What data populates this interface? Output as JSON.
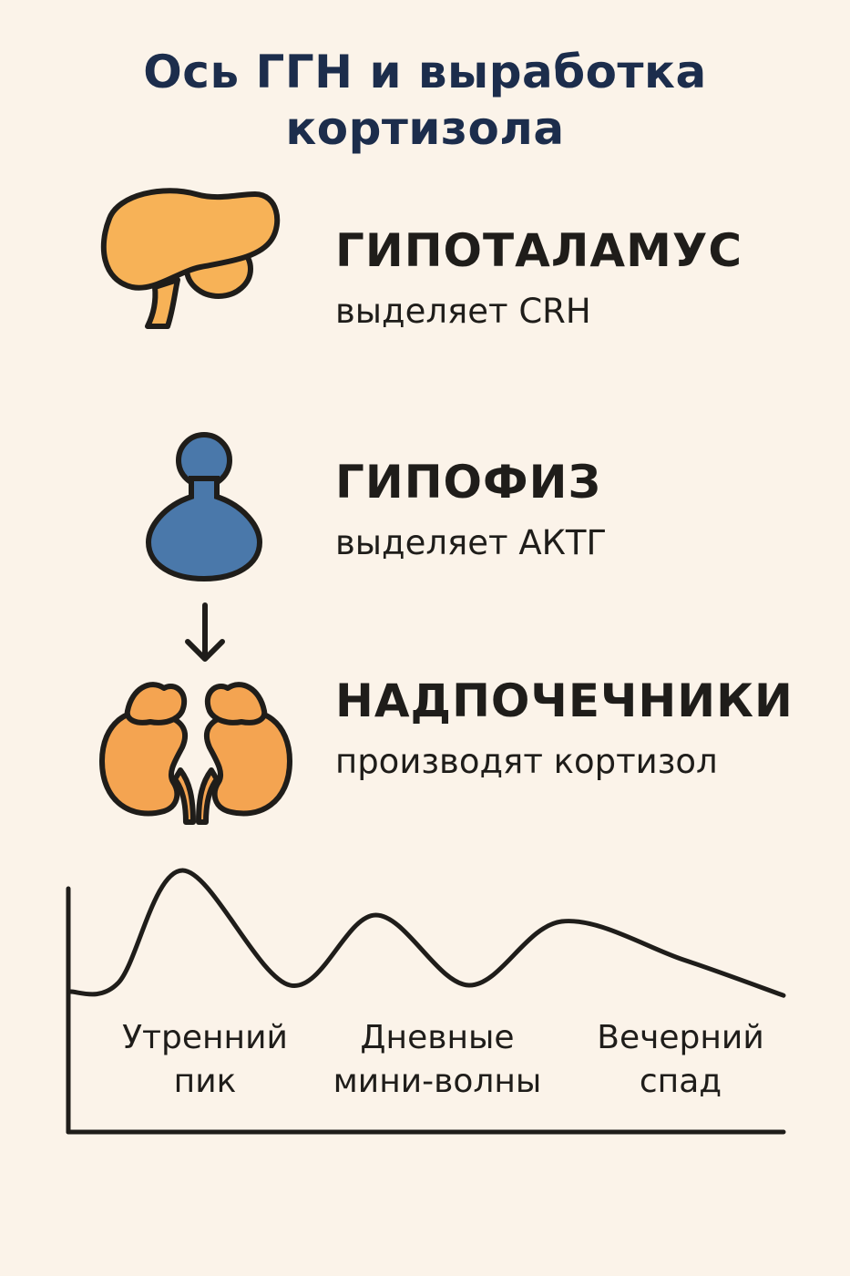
{
  "title": {
    "line1": "Ось ГГН и выработка",
    "line2": "кортизола"
  },
  "stages": [
    {
      "name": "ГИПОТАЛАМУС",
      "description": "выделяет CRH",
      "icon": "brain-icon",
      "color": "#f7b257"
    },
    {
      "name": "ГИПОФИЗ",
      "description": "выделяет АКТГ",
      "icon": "pituitary-icon",
      "color": "#4a78aa"
    },
    {
      "name": "НАДПОЧЕЧНИКИ",
      "description": "производят кортизол",
      "icon": "kidneys-adrenals-icon",
      "color": "#f4a451"
    }
  ],
  "arrow_icon": "down-arrow-icon",
  "chart_data": {
    "type": "line",
    "title": "",
    "xlabel": "",
    "ylabel": "",
    "phases": [
      {
        "line1": "Утренний",
        "line2": "пик"
      },
      {
        "line1": "Дневные",
        "line2": "мини-волны"
      },
      {
        "line1": "Вечерний",
        "line2": "спад"
      }
    ],
    "x": [
      0,
      0.07,
      0.16,
      0.31,
      0.43,
      0.56,
      0.69,
      0.86,
      1.0
    ],
    "values": [
      0.05,
      0.12,
      1.0,
      0.1,
      0.65,
      0.1,
      0.6,
      0.3,
      0.02
    ],
    "grid": false,
    "line_color": "#1f1d1a"
  }
}
